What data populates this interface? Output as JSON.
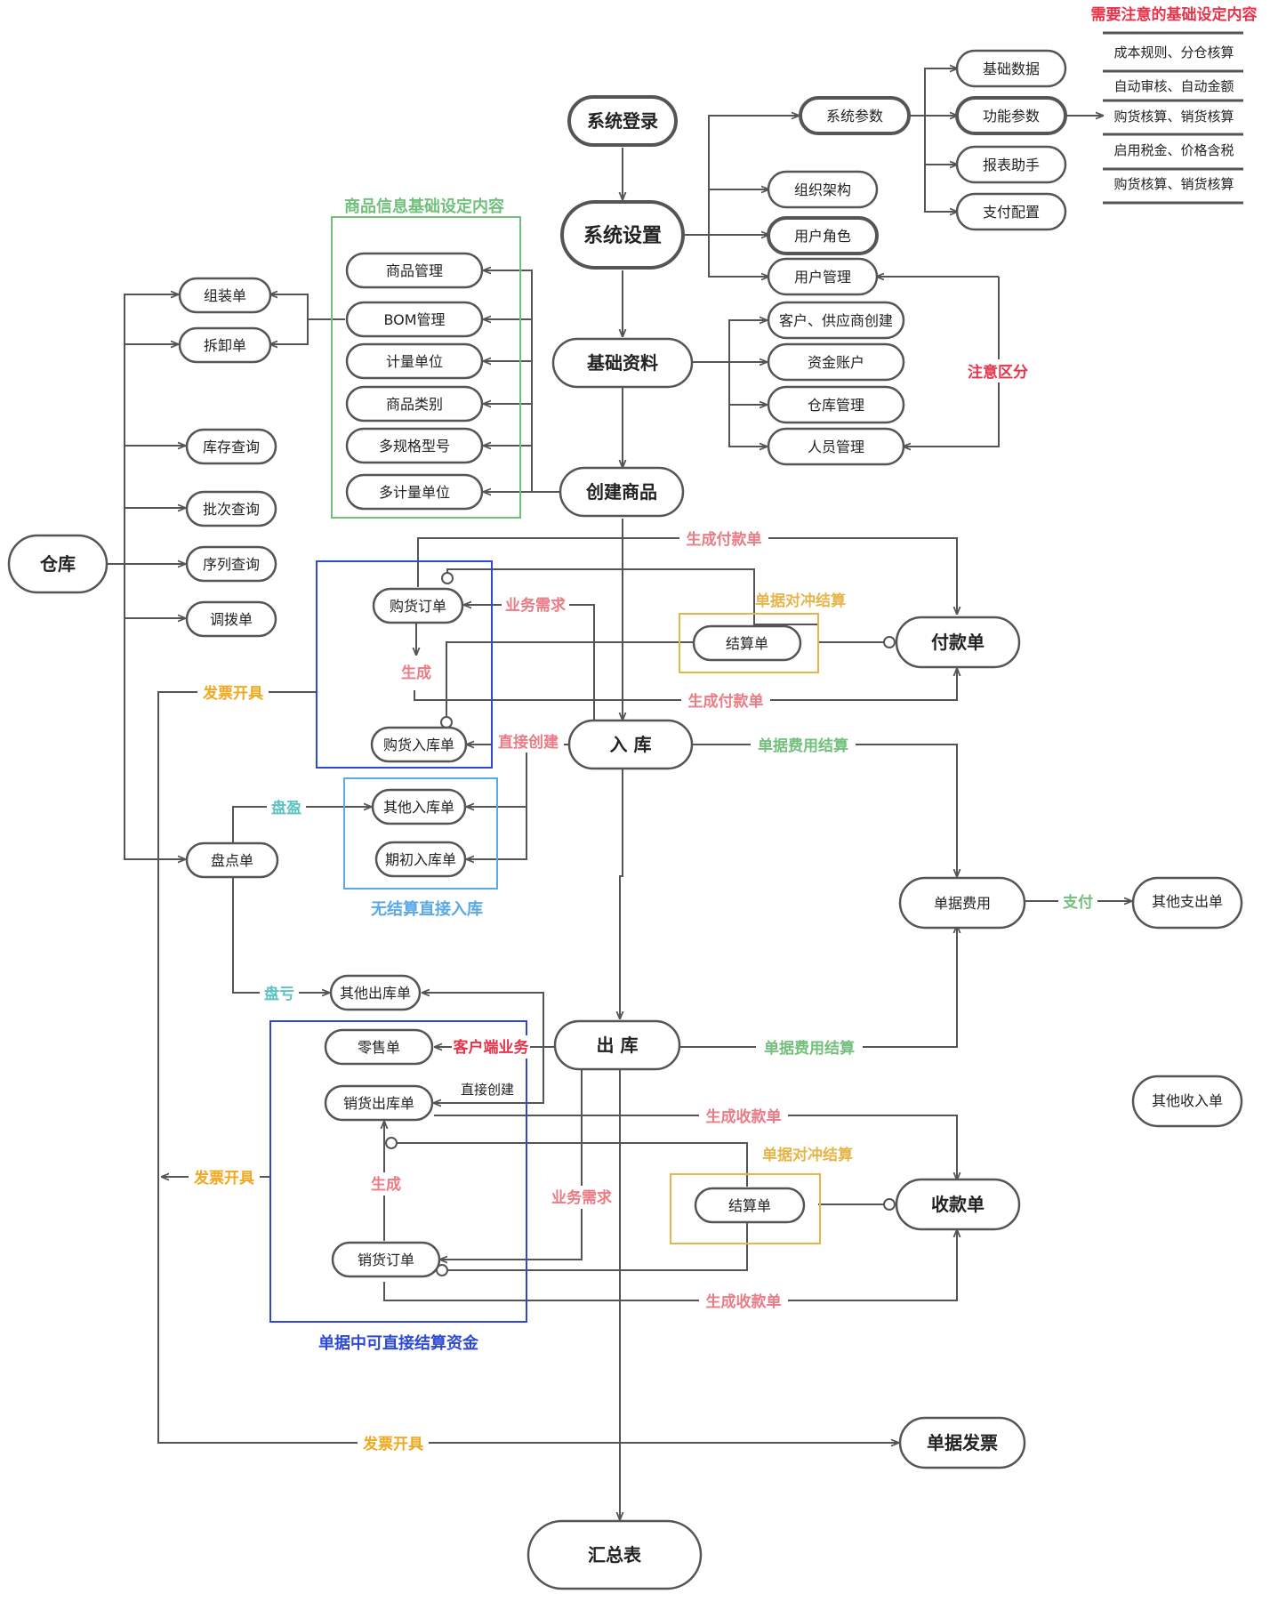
{
  "colors": {
    "line": "#555555",
    "red": "#e8334a",
    "pink": "#ea7c86",
    "orange": "#f2a81d",
    "gold": "#e6b54a",
    "green": "#72c07c",
    "teal": "#5cc3c3",
    "lightblue": "#5aa9e6",
    "blue": "#2e49d4"
  },
  "nodes": {
    "login": "系统登录",
    "settings": "系统设置",
    "basic": "基础资料",
    "create_goods": "创建商品",
    "warehouse": "仓库",
    "inbound": "入 库",
    "outbound": "出 库",
    "summary": "汇总表",
    "payment": "付款单",
    "receipt": "收款单",
    "doc_fee": "单据费用",
    "doc_invoice": "单据发票",
    "other_expense": "其他支出单",
    "other_income": "其他收入单",
    "sys_params": "系统参数",
    "base_data": "基础数据",
    "func_params": "功能参数",
    "report_helper": "报表助手",
    "pay_config": "支付配置",
    "org": "组织架构",
    "user_role": "用户角色",
    "user_mgmt": "用户管理",
    "customer_supplier": "客户、供应商创建",
    "fund_account": "资金账户",
    "warehouse_mgmt": "仓库管理",
    "staff_mgmt": "人员管理",
    "goods_mgmt": "商品管理",
    "bom_mgmt": "BOM管理",
    "unit": "计量单位",
    "category": "商品类别",
    "multi_spec": "多规格型号",
    "multi_unit": "多计量单位",
    "assembly": "组装单",
    "disassembly": "拆卸单",
    "stock_query": "库存查询",
    "batch_query": "批次查询",
    "serial_query": "序列查询",
    "transfer": "调拨单",
    "stocktake": "盘点单",
    "purchase_order": "购货订单",
    "purchase_in": "购货入库单",
    "settle_purchase": "结算单",
    "other_in": "其他入库单",
    "opening_in": "期初入库单",
    "other_out": "其他出库单",
    "retail": "零售单",
    "sales_out": "销货出库单",
    "sales_order": "销货订单",
    "settle_sales": "结算单"
  },
  "groups": {
    "goods_info": "商品信息基础设定内容",
    "no_settle": "无结算直接入库",
    "direct_settle": "单据中可直接结算资金"
  },
  "notes": {
    "title": "需要注意的基础设定内容",
    "items": [
      "成本规则、分仓核算",
      "自动审核、自动金额",
      "购货核算、销货核算",
      "启用税金、价格含税",
      "购货核算、销货核算"
    ]
  },
  "labels": {
    "attention": "注意区分",
    "gen_payment_top": "生成付款单",
    "gen_payment_mid": "生成付款单",
    "offset_purchase": "单据对冲结算",
    "biz_demand_purchase": "业务需求",
    "generate_purchase": "生成",
    "direct_create_in": "直接创建",
    "fee_settle_in": "单据费用结算",
    "invoice_left_top": "发票开具",
    "surplus": "盘盈",
    "loss": "盘亏",
    "pay": "支付",
    "customer_biz": "客户端业务",
    "direct_create_out": "直接创建",
    "fee_settle_out": "单据费用结算",
    "gen_receipt_top": "生成收款单",
    "offset_sales": "单据对冲结算",
    "generate_sales": "生成",
    "biz_demand_sales": "业务需求",
    "invoice_left_mid": "发票开具",
    "gen_receipt_bottom": "生成收款单",
    "invoice_bottom": "发票开具"
  }
}
